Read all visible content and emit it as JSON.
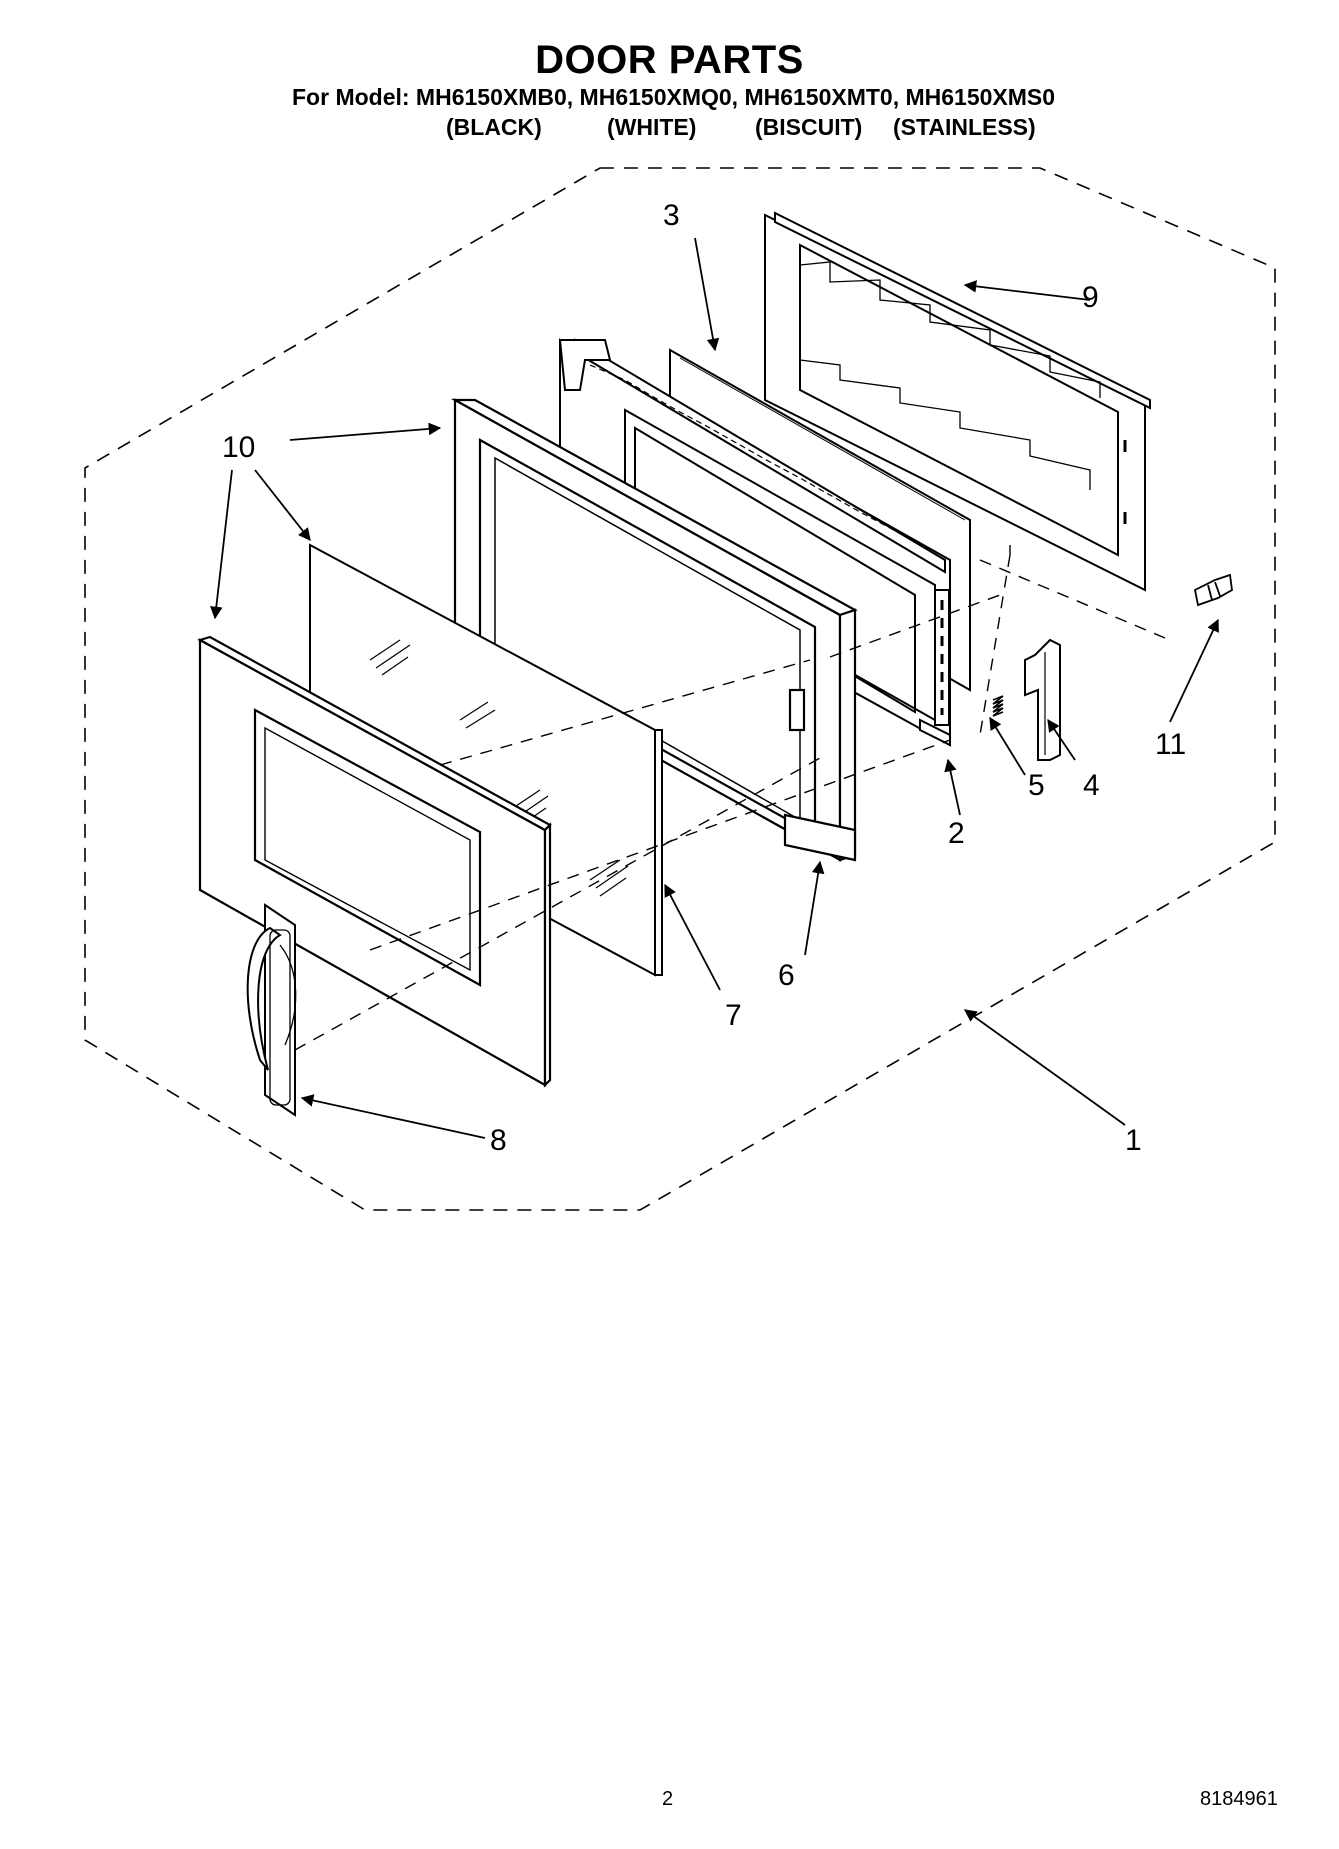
{
  "header": {
    "title": "DOOR PARTS",
    "model_line": "For Model: MH6150XMB0, MH6150XMQ0, MH6150XMT0, MH6150XMS0",
    "colors": [
      "(BLACK)",
      "(WHITE)",
      "(BISCUIT)",
      "(STAINLESS)"
    ]
  },
  "callouts": {
    "c1": "1",
    "c2": "2",
    "c3": "3",
    "c4": "4",
    "c5": "5",
    "c6": "6",
    "c7": "7",
    "c8": "8",
    "c9": "9",
    "c10": "10",
    "c11": "11"
  },
  "footer": {
    "page_number": "2",
    "document_number": "8184961"
  }
}
